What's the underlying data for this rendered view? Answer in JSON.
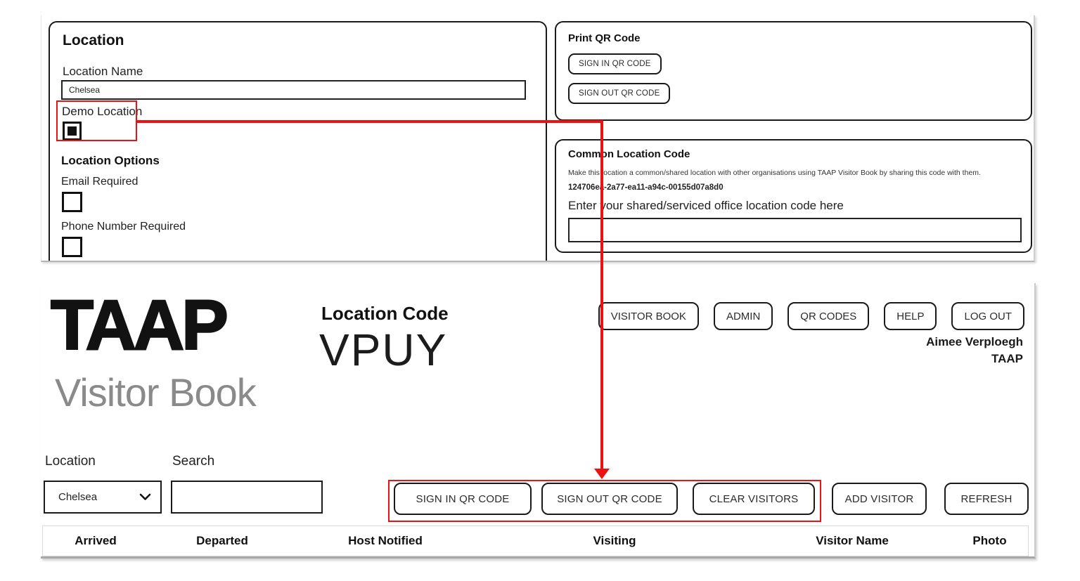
{
  "colors": {
    "accent_red": "#ee1111",
    "logo_gray": "#8a8a8a"
  },
  "admin_panel": {
    "location": {
      "title": "Location",
      "name_label": "Location Name",
      "name_value": "Chelsea",
      "demo_label": "Demo Location",
      "demo_checked": true,
      "options_title": "Location Options",
      "email_label": "Email Required",
      "email_checked": false,
      "phone_label": "Phone Number Required",
      "phone_checked": false
    },
    "print_qr": {
      "title": "Print QR Code",
      "sign_in_button": "SIGN IN QR CODE",
      "sign_out_button": "SIGN OUT QR CODE"
    },
    "common_code": {
      "title": "Common Location Code",
      "description": "Make this location a common/shared location with other organisations using TAAP Visitor Book by sharing this code with them.",
      "code": "124706ea-2a77-ea11-a94c-00155d07a8d0",
      "input_label": "Enter your shared/serviced office location code here",
      "input_value": ""
    }
  },
  "visitor_book": {
    "logo": {
      "brand": "TAAP",
      "product": "Visitor Book"
    },
    "location_code": {
      "label": "Location Code",
      "value": "VPUY"
    },
    "nav_buttons": [
      {
        "label": "VISITOR BOOK"
      },
      {
        "label": "ADMIN"
      },
      {
        "label": "QR CODES"
      },
      {
        "label": "HELP"
      },
      {
        "label": "LOG OUT"
      }
    ],
    "user": {
      "name": "Aimee Verploegh",
      "org": "TAAP"
    },
    "filters": {
      "location_label": "Location",
      "location_value": "Chelsea",
      "search_label": "Search",
      "search_value": ""
    },
    "action_buttons": {
      "sign_in": "SIGN IN QR CODE",
      "sign_out": "SIGN OUT QR CODE",
      "clear": "CLEAR VISITORS",
      "add": "ADD VISITOR",
      "refresh": "REFRESH"
    },
    "table": {
      "headers": [
        "Arrived",
        "Departed",
        "Host Notified",
        "Visiting",
        "Visitor Name",
        "Photo"
      ]
    }
  }
}
